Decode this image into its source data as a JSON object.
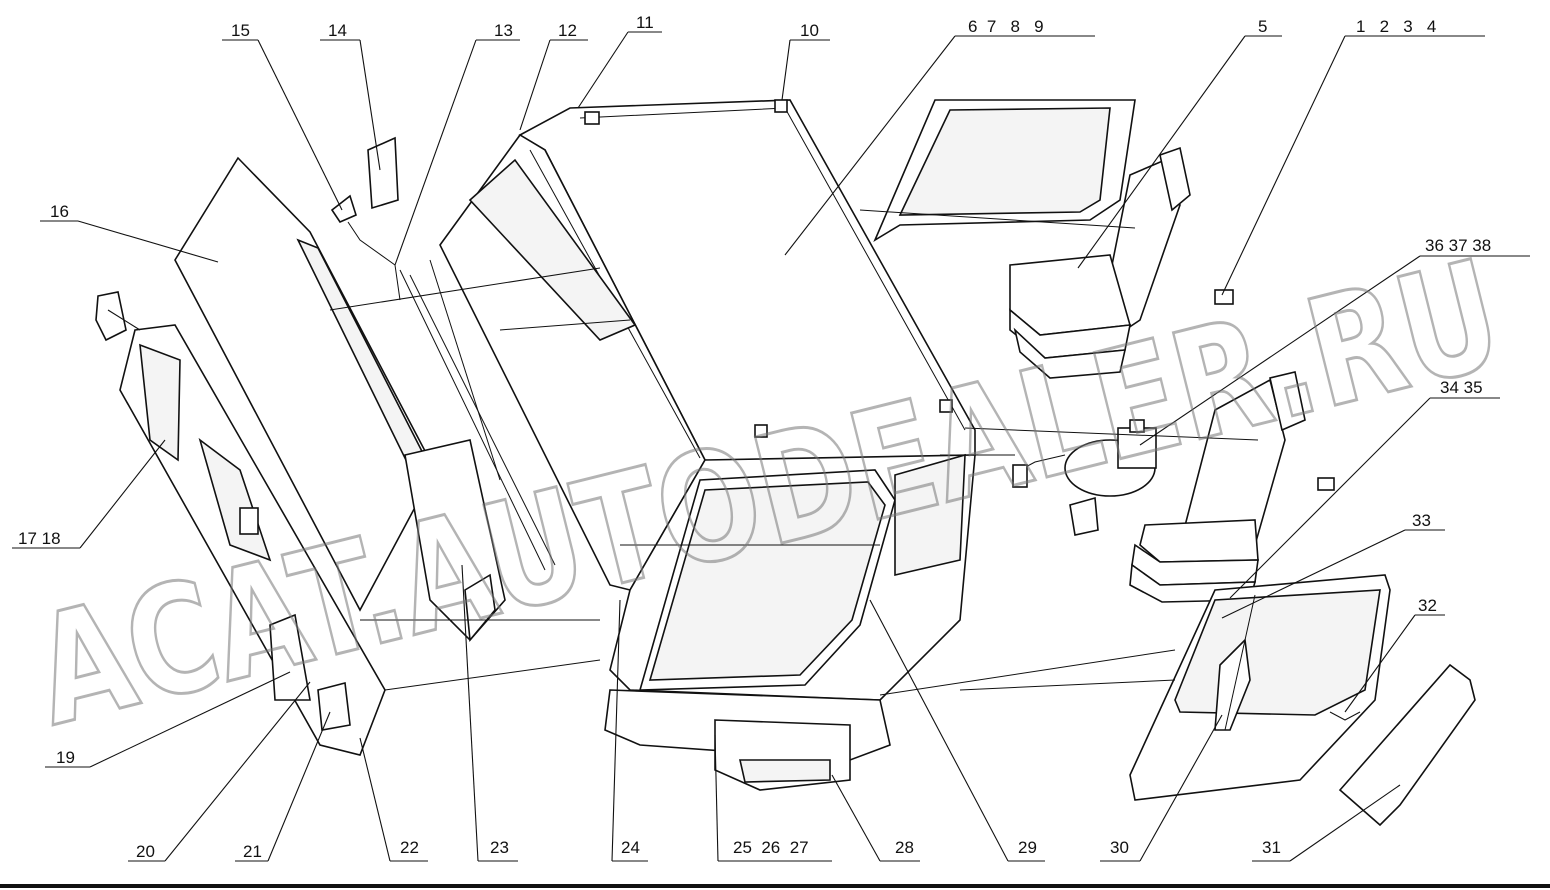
{
  "watermark": "ACAT.AUTODEALER.RU",
  "callouts": [
    {
      "id": "c15",
      "text": "15"
    },
    {
      "id": "c14",
      "text": "14"
    },
    {
      "id": "c13",
      "text": "13"
    },
    {
      "id": "c12",
      "text": "12"
    },
    {
      "id": "c11",
      "text": "11"
    },
    {
      "id": "c10",
      "text": "10"
    },
    {
      "id": "c6_9",
      "text": "6  7   8   9"
    },
    {
      "id": "c5",
      "text": "5"
    },
    {
      "id": "c1_4",
      "text": "1   2   3   4"
    },
    {
      "id": "c16",
      "text": "16"
    },
    {
      "id": "c36_38",
      "text": "36 37 38"
    },
    {
      "id": "c34_35",
      "text": "34 35"
    },
    {
      "id": "c33",
      "text": "33"
    },
    {
      "id": "c32",
      "text": "32"
    },
    {
      "id": "c17_18",
      "text": "17 18"
    },
    {
      "id": "c19",
      "text": "19"
    },
    {
      "id": "c20",
      "text": "20"
    },
    {
      "id": "c21",
      "text": "21"
    },
    {
      "id": "c22",
      "text": "22"
    },
    {
      "id": "c23",
      "text": "23"
    },
    {
      "id": "c24",
      "text": "24"
    },
    {
      "id": "c25_27",
      "text": "25  26  27"
    },
    {
      "id": "c28",
      "text": "28"
    },
    {
      "id": "c29",
      "text": "29"
    },
    {
      "id": "c30",
      "text": "30"
    },
    {
      "id": "c31",
      "text": "31"
    }
  ]
}
